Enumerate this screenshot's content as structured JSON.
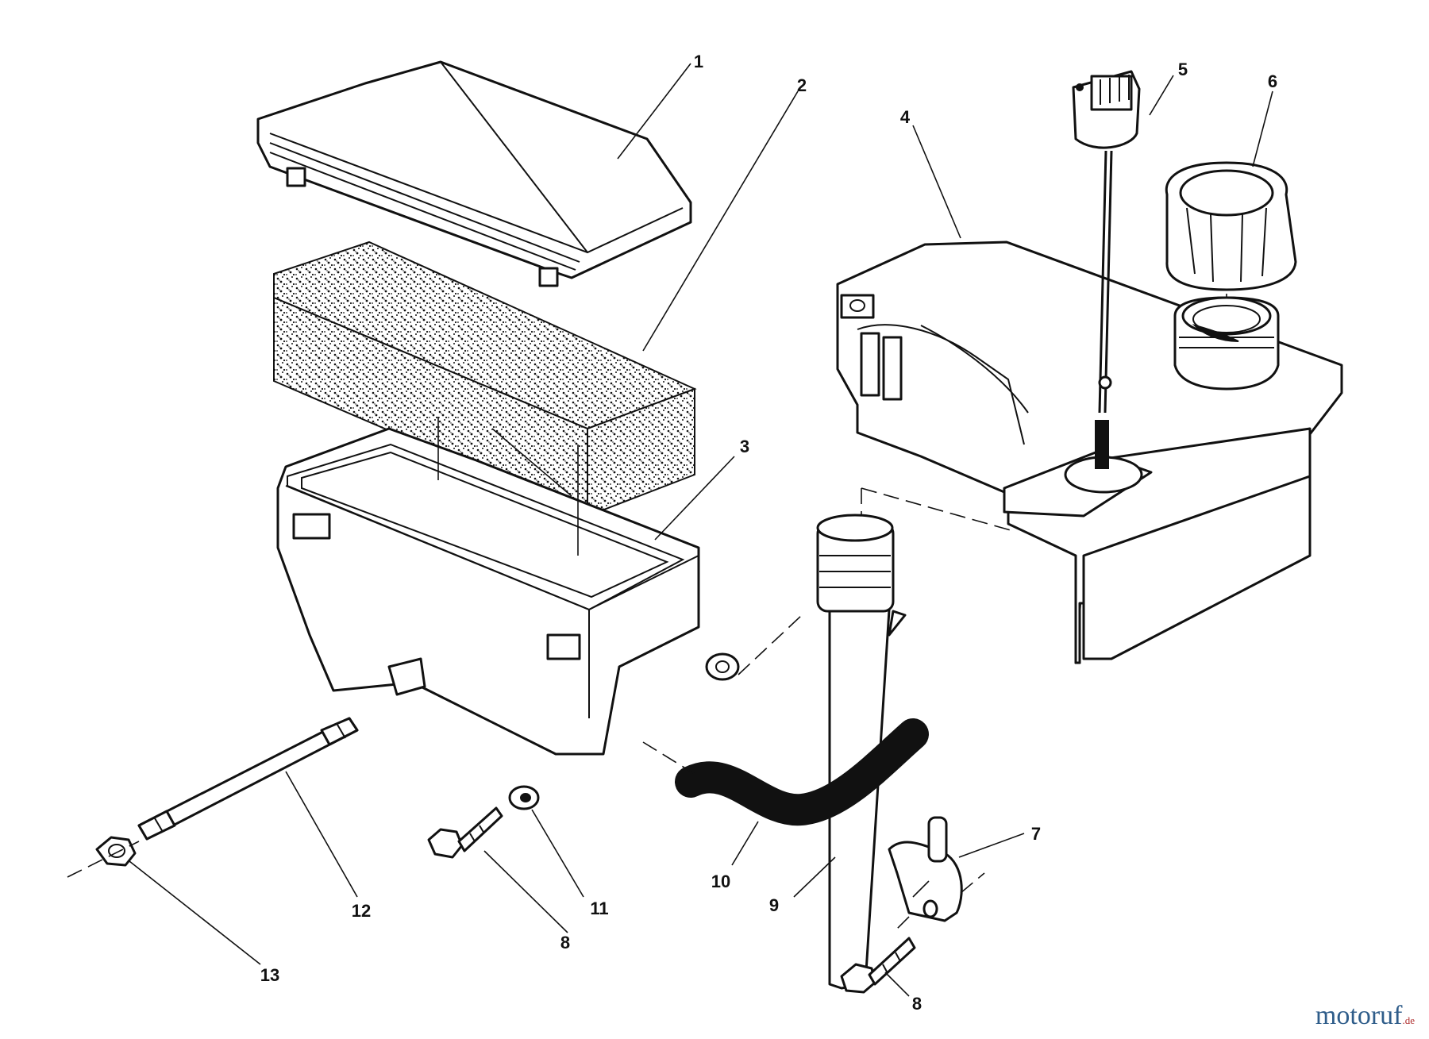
{
  "diagram": {
    "callouts": [
      "1",
      "2",
      "3",
      "4",
      "5",
      "6",
      "7",
      "8",
      "9",
      "10",
      "11",
      "12",
      "13",
      "8"
    ]
  },
  "watermark": {
    "text": "motoruf",
    "suffix": ".de",
    "color": "#2f5d8a"
  }
}
